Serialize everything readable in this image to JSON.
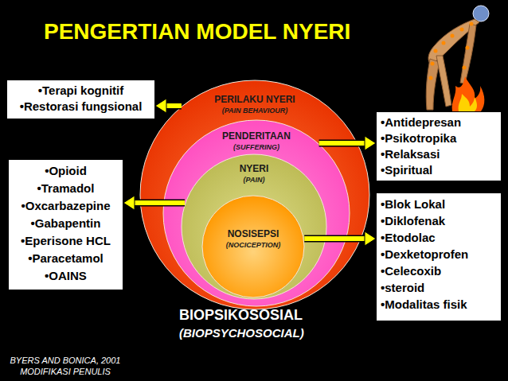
{
  "diagram": {
    "title": "PENGERTIAN MODEL NYERI",
    "nodes": [
      {
        "text": [
          "•Terapi kognitif",
          "•Restorasi fungsional"
        ]
      },
      {
        "text": [
          "PERILAKU NYERI",
          "(PAIN BEHAVIOUR)"
        ]
      },
      {
        "text": [
          "PENDERITAAN",
          "(SUFFERING)"
        ],
        "in": 1
      },
      {
        "text": [
          "NYERI",
          "(PAIN)"
        ],
        "in": 2
      },
      {
        "text": [
          "NOSISEPSI",
          "(NOCICEPTION)"
        ],
        "in": 3
      },
      {
        "text": [
          "•Antidepresan",
          "•Psikotropika",
          "•Relaksasi",
          "•Spiritual"
        ]
      },
      {
        "text": [
          "•Opioid",
          "•Tramadol",
          "•Oxcarbazepine",
          "•Gabapentin",
          "•Eperisone HCL",
          "•Paracetamol",
          "•OAINS"
        ]
      },
      {
        "text": [
          "•Blok Lokal",
          "•Diklofenak",
          "•Etodolac",
          "•Dexketoprofen",
          "•Celecoxib",
          "•steroid",
          "•Modalitas fisik"
        ]
      }
    ],
    "edges": [
      {
        "from": 1,
        "to": 0,
        "arrow": "to"
      },
      {
        "from": 2,
        "to": 5,
        "arrow": "to"
      },
      {
        "from": 3,
        "to": 6,
        "arrow": "to"
      },
      {
        "from": 4,
        "to": 7,
        "arrow": "to"
      }
    ],
    "labels": [
      "BIOPSIKOSOSIAL",
      "(BIOPSYCHOSOCIAL)",
      "BYERS AND BONICA, 2001",
      "MODIFIKASI PENULIS"
    ]
  }
}
